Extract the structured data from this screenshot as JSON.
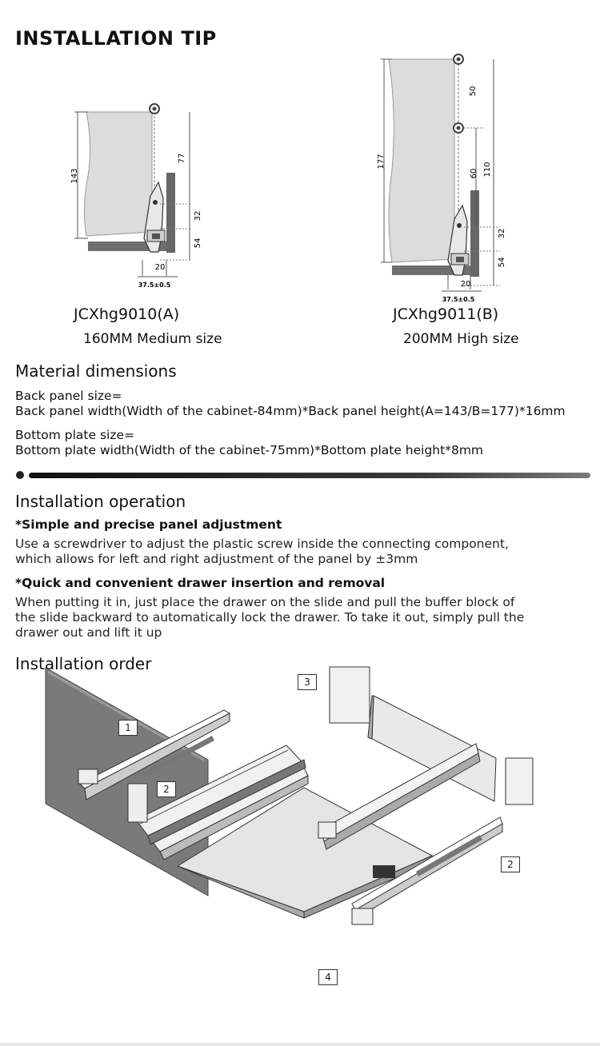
{
  "header": {
    "title": "INSTALLATION TIP"
  },
  "diagram_a": {
    "model": "JCXhg9010(A)",
    "size": "160MM Medium size",
    "dims": {
      "height": "143",
      "upper": "77",
      "mid": "32",
      "lower": "54",
      "small": "20",
      "width": "37.5±0.5"
    }
  },
  "diagram_b": {
    "model": "JCXhg9011(B)",
    "size": "200MM  High size",
    "dims": {
      "height": "177",
      "top": "50",
      "upper": "110",
      "sixty": "60",
      "mid": "32",
      "lower": "54",
      "small": "20",
      "width": "37.5±0.5"
    }
  },
  "material": {
    "heading": "Material dimensions",
    "back_label": "Back panel size=",
    "back_formula": "Back panel width(Width of the cabinet-84mm)*Back panel height(A=143/B=177)*16mm",
    "bottom_label": "Bottom plate size=",
    "bottom_formula": "Bottom plate width(Width of the cabinet-75mm)*Bottom plate height*8mm"
  },
  "operation": {
    "heading": "Installation operation",
    "item1_title": "*Simple and precise panel adjustment",
    "item1_line1": "Use a screwdriver to adjust the plastic screw inside the connecting component,",
    "item1_line2": "which allows for left and right adjustment of the panel by ±3mm",
    "item2_title": "*Quick and convenient drawer insertion and removal",
    "item2_line1": "When putting it in, just place the drawer on the slide and pull the buffer block of",
    "item2_line2": "the slide backward to automatically lock the drawer. To take it out, simply pull the",
    "item2_line3": "drawer out and lift it up"
  },
  "order": {
    "heading": "Installation order",
    "callout_1": "1",
    "callout_2a": "2",
    "callout_2b": "2",
    "callout_3": "3",
    "callout_4": "4"
  }
}
